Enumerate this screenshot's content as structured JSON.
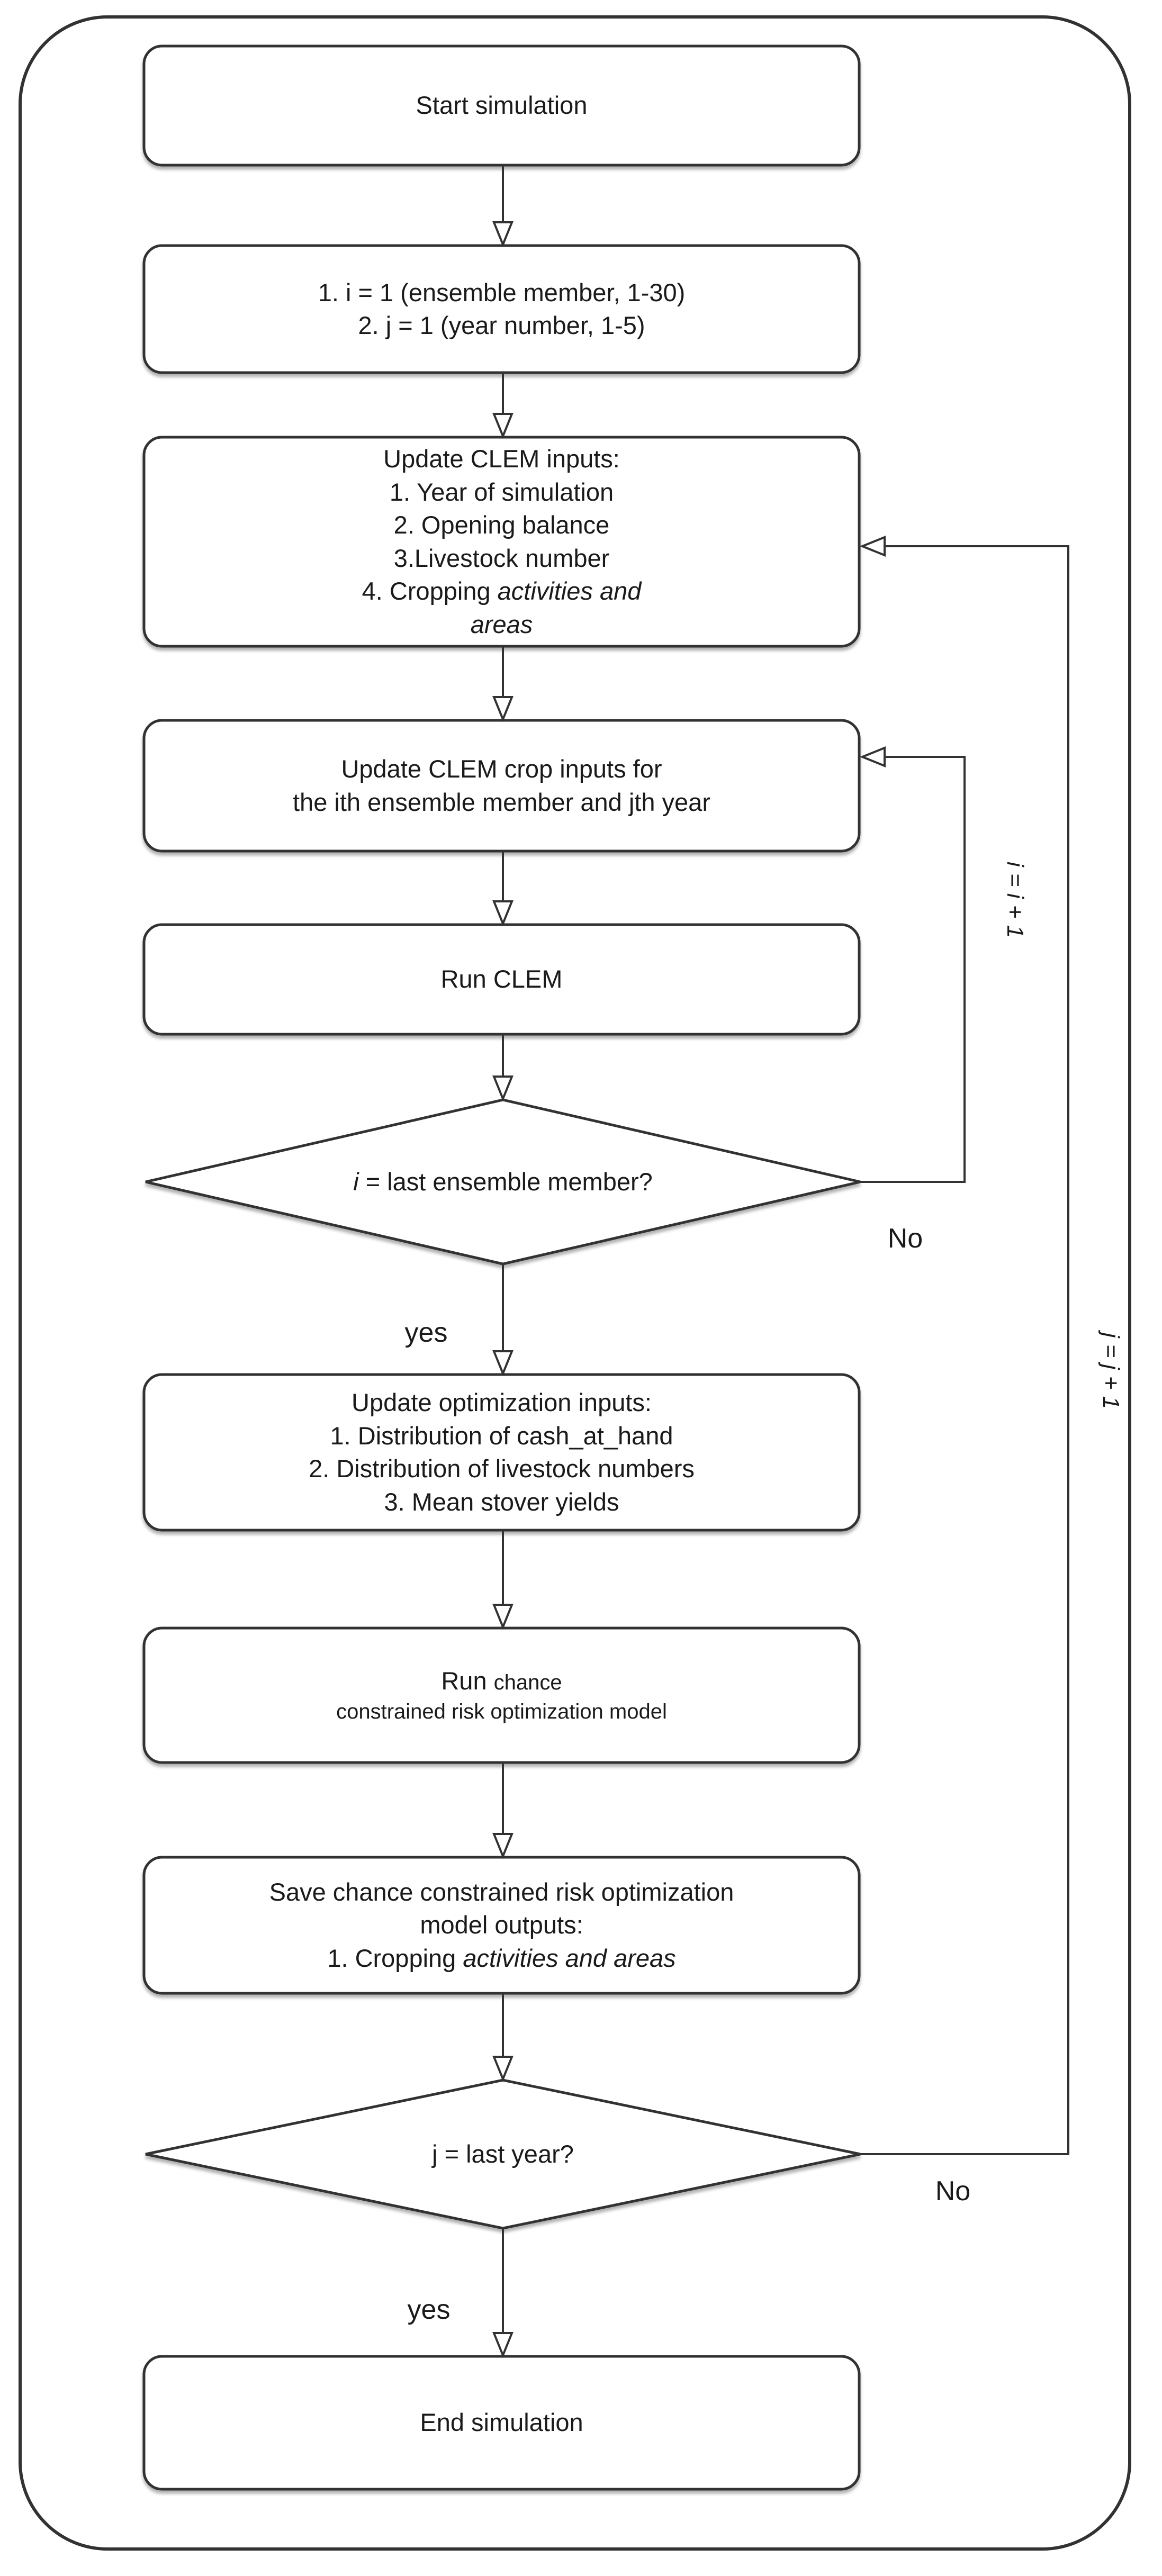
{
  "colors": {
    "stroke": "#323232",
    "text": "#1a1a1a",
    "background": "#ffffff"
  },
  "nodes": {
    "start": {
      "label": "Start simulation"
    },
    "init": {
      "line1": "1. i = 1 (ensemble member, 1-30)",
      "line2": "2. j = 1 (year number, 1-5)"
    },
    "update_clem_inputs": {
      "line1": "Update CLEM inputs:",
      "line2": "1. Year of simulation",
      "line3": "2. Opening balance",
      "line4": "3.Livestock number",
      "line5_prefix": "4. Cropping ",
      "line5_italic": "activities and",
      "line6_italic": "areas"
    },
    "update_crop_inputs": {
      "line1": "Update CLEM crop inputs for",
      "line2": "the ith ensemble member and jth year"
    },
    "run_clem": {
      "label": "Run CLEM"
    },
    "decision_i": {
      "variable": "i",
      "rest": " = last ensemble member?"
    },
    "update_opt_inputs": {
      "line1": "Update optimization inputs:",
      "line2": "1. Distribution of cash_at_hand",
      "line3": "2. Distribution of livestock numbers",
      "line4": "3. Mean stover yields"
    },
    "run_model": {
      "line1_prefix": "Run ",
      "line1_suffix": "chance",
      "line2": "constrained risk optimization model"
    },
    "save_outputs": {
      "line1": "Save chance constrained risk optimization",
      "line2": "model outputs:",
      "line3_prefix": "1. Cropping ",
      "line3_italic": "activities and areas"
    },
    "decision_j": {
      "label": "j = last year?"
    },
    "end": {
      "label": "End simulation"
    }
  },
  "edge_labels": {
    "i_loop": "i = i + 1",
    "j_loop": "j = j + 1",
    "decision_i_no": "No",
    "decision_i_yes": "yes",
    "decision_j_no": "No",
    "decision_j_yes": "yes"
  }
}
